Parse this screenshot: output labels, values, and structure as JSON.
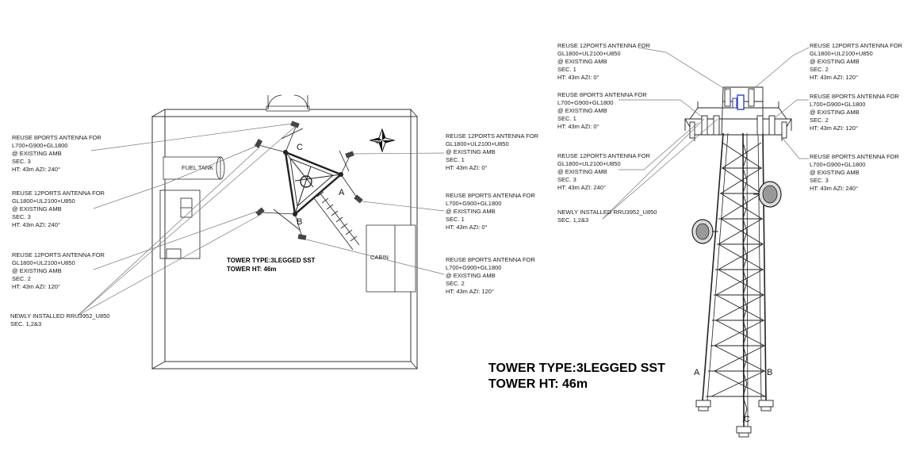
{
  "plan": {
    "fuel_tank": "FUEL TANK",
    "cabin": "CABIN",
    "tower_type": "TOWER TYPE:3LEGGED SST",
    "tower_height": "TOWER HT: 46m",
    "leg_a": "A",
    "leg_b": "B",
    "leg_c": "C"
  },
  "plan_callouts_left": [
    {
      "l1": "REUSE 8PORTS ANTENNA FOR",
      "l2": "L700+G900+GL1800",
      "l3": "@ EXISTING AMB",
      "l4": "SEC. 3",
      "l5": "HT: 43m      AZI: 240°"
    },
    {
      "l1": "REUSE 12PORTS ANTENNA FOR",
      "l2": "GL1800+UL2100+U850",
      "l3": "@ EXISTING AMB",
      "l4": "SEC. 3",
      "l5": "HT: 43m      AZI: 240°"
    },
    {
      "l1": "REUSE 12PORTS ANTENNA FOR",
      "l2": "GL1800+UL2100+U850",
      "l3": "@ EXISTING AMB",
      "l4": "SEC. 2",
      "l5": "HT: 43m      AZI: 120°"
    },
    {
      "l1": "NEWLY INSTALLED RRU3952_U850",
      "l2": "SEC. 1,2&3"
    }
  ],
  "plan_callouts_right": [
    {
      "l1": "REUSE 12PORTS ANTENNA FOR",
      "l2": "GL1800+UL2100+U850",
      "l3": "@ EXISTING AMB",
      "l4": "SEC. 1",
      "l5": "HT: 43m      AZI: 0°"
    },
    {
      "l1": "REUSE 8PORTS ANTENNA FOR",
      "l2": "L700+G900+GL1800",
      "l3": "@ EXISTING AMB",
      "l4": "SEC. 1",
      "l5": "HT: 43m      AZI: 0°"
    },
    {
      "l1": "REUSE 8PORTS ANTENNA FOR",
      "l2": "L700+G900+GL1800",
      "l3": "@ EXISTING AMB",
      "l4": "SEC. 2",
      "l5": "HT: 43m      AZI: 120°"
    }
  ],
  "elev_callouts_left": [
    {
      "l1": "REUSE 12PORTS ANTENNA FOR",
      "l2": "GL1800+UL2100+U850",
      "l3": "@ EXISTING AMB",
      "l4": "SEC. 1",
      "l5": "HT: 43m      AZI: 0°"
    },
    {
      "l1": "REUSE 8PORTS ANTENNA FOR",
      "l2": "L700+G900+GL1800",
      "l3": "@ EXISTING AMB",
      "l4": "SEC. 1",
      "l5": "HT: 43m      AZI: 0°"
    },
    {
      "l1": "REUSE  12PORTS ANTENNA FOR",
      "l2": "GL1800+UL2100+U850",
      "l3": "@ EXISTING AMB",
      "l4": "SEC. 3",
      "l5": "HT: 43m      AZI: 240°"
    },
    {
      "l1": "NEWLY INSTALLED RRU3952_U850",
      "l2": "SEC. 1,2&3"
    }
  ],
  "elev_callouts_right": [
    {
      "l1": "REUSE 12PORTS ANTENNA FOR",
      "l2": "GL1800+UL2100+U850",
      "l3": "@ EXISTING AMB",
      "l4": "SEC. 2",
      "l5": "HT: 43m      AZI: 120°"
    },
    {
      "l1": "REUSE 8PORTS ANTENNA FOR",
      "l2": "L700+G900+GL1800",
      "l3": "@ EXISTING AMB",
      "l4": "SEC. 2",
      "l5": "HT: 43m      AZI: 120°"
    },
    {
      "l1": "REUSE 8PORTS ANTENNA FOR",
      "l2": "L700+G900+GL1800",
      "l3": "@ EXISTING AMB",
      "l4": "SEC. 3",
      "l5": "HT: 43m      AZI: 240°"
    }
  ],
  "elevation": {
    "tower_type": "TOWER TYPE:3LEGGED SST",
    "tower_height": "TOWER HT: 46m",
    "leg_a": "A",
    "leg_b": "B",
    "leg_c": "C"
  }
}
